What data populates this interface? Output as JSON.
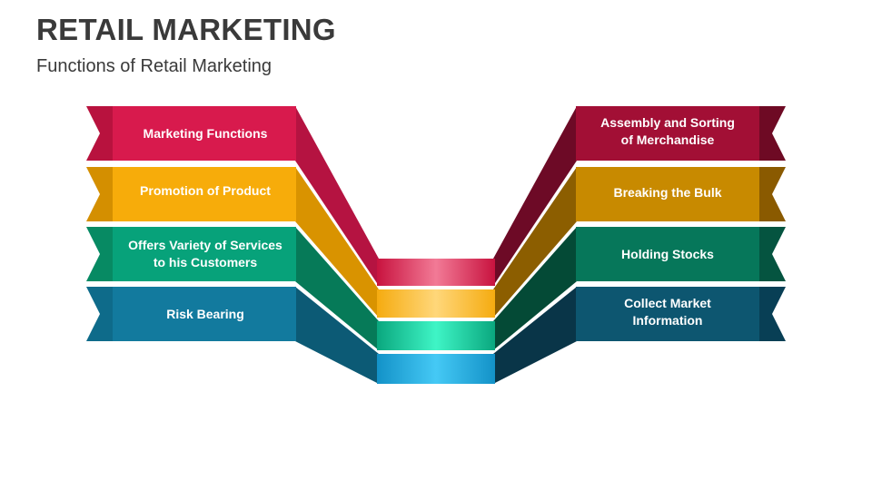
{
  "header": {
    "title": "RETAIL MARKETING",
    "subtitle": "Functions of Retail Marketing"
  },
  "diagram": {
    "rows": [
      {
        "left": "Marketing Functions",
        "right": "Assembly and Sorting\nof Merchandise",
        "color": "#d4174a"
      },
      {
        "left": "Promotion of Product",
        "right": "Breaking the Bulk",
        "color": "#f5a800"
      },
      {
        "left": "Offers Variety of Services\nto his Customers",
        "right": "Holding Stocks",
        "color": "#079e78"
      },
      {
        "left": "Risk Bearing",
        "right": "Collect Market\nInformation",
        "color": "#117a9c"
      }
    ]
  }
}
